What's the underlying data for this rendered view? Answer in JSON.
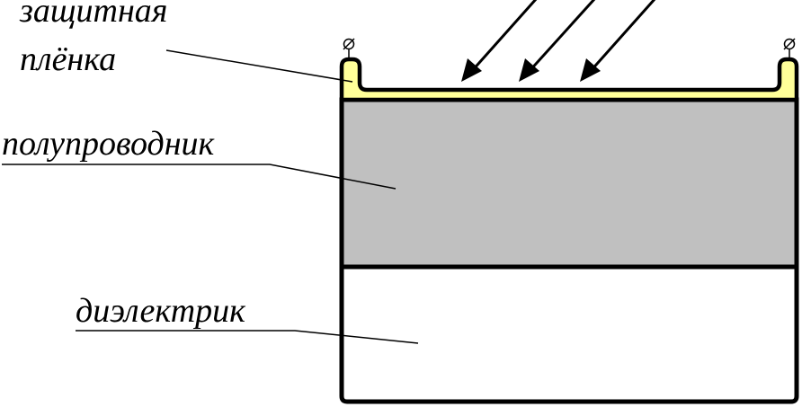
{
  "labels": {
    "protective_film_line1": "защитная",
    "protective_film_line2": "плёнка",
    "semiconductor": "полупроводник",
    "dielectric": "диэлектрик"
  },
  "colors": {
    "film": "#ffff99",
    "semiconductor": "#c0c0c0",
    "dielectric": "#ffffff",
    "outline": "#000000"
  },
  "icons": {
    "terminal": "terminal-circle-icon",
    "incident_light": "arrow-down-left-icon"
  }
}
